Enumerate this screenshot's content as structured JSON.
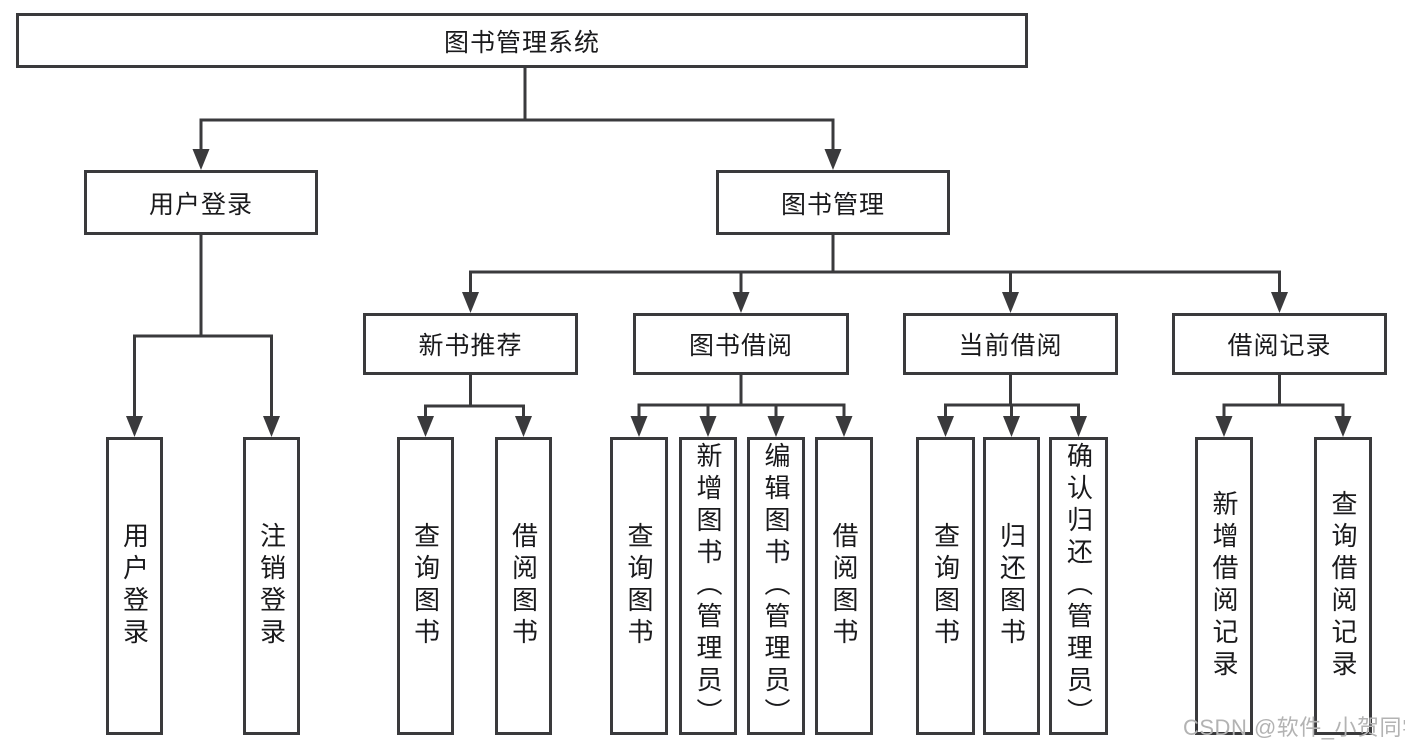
{
  "nodes": {
    "root": "图书管理系统",
    "user_login": "用户登录",
    "book_management": "图书管理",
    "new_book_recommend": "新书推荐",
    "book_borrowing": "图书借阅",
    "current_borrowing": "当前借阅",
    "borrowing_records": "借阅记录",
    "leaf_user_login": "用户登录",
    "leaf_logout": "注销登录",
    "leaf_recommend_query_books": "查询图书",
    "leaf_recommend_borrow_books": "借阅图书",
    "leaf_borrowing_query_books": "查询图书",
    "leaf_borrowing_add_books_admin": "新增图书（管理员）",
    "leaf_borrowing_edit_books_admin": "编辑图书（管理员）",
    "leaf_borrowing_borrow_books": "借阅图书",
    "leaf_current_query_books": "查询图书",
    "leaf_current_return_books": "归还图书",
    "leaf_current_confirm_return_admin": "确认归还（管理员）",
    "leaf_records_add_record": "新增借阅记录",
    "leaf_records_query_record": "查询借阅记录"
  },
  "watermark": "CSDN @软件_小贺同学",
  "line_color": "#3a3a3c"
}
